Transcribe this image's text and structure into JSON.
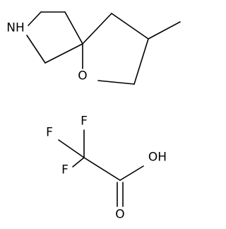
{
  "molecule": {
    "azetidine_nitrogen": "NH",
    "ring_oxygen": "O"
  },
  "counterion": {
    "fluorine_top": "F",
    "fluorine_left": "F",
    "fluorine_bottom": "F",
    "hydroxyl": "OH",
    "carbonyl_oxygen": "O"
  }
}
